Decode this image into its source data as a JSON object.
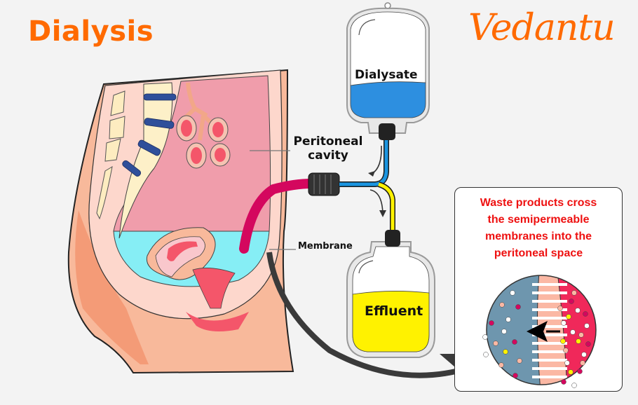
{
  "header": {
    "title": "Dialysis",
    "brand": "Vedantu"
  },
  "labels": {
    "peritoneal_cavity_line1": "Peritoneal",
    "peritoneal_cavity_line2": "cavity",
    "membrane": "Membrane",
    "dialysate": "Dialysate",
    "effluent": "Effluent"
  },
  "callout": {
    "text_lines": [
      "Waste products cross",
      "the semipermeable",
      "membranes into the",
      "peritoneal space"
    ]
  },
  "colors": {
    "title_orange": "#ff6a00",
    "callout_red": "#ee1111",
    "dialysate_blue": "#2d8fe0",
    "effluent_yellow": "#fff200",
    "catheter_magenta": "#d4075e",
    "peritoneal_pink": "#f09dab",
    "fluid_cyan": "#86eef5",
    "tissue_peach": "#fdd7cc",
    "skin_orange": "#f49b77",
    "blood_side_red": "#f0285a",
    "dialysate_side_blue": "#6e96ae"
  }
}
